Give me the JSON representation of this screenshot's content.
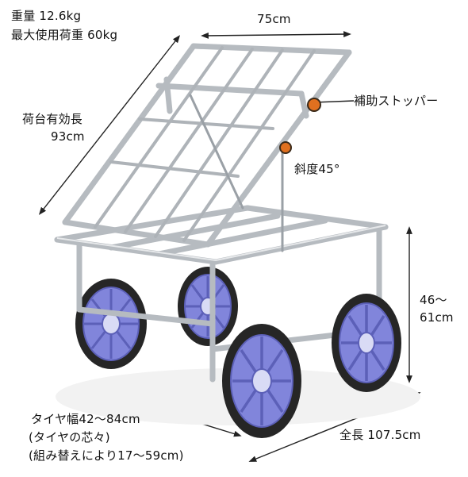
{
  "labels": {
    "weight": "重量 12.6kg",
    "max_load": "最大使用荷重 60kg",
    "width": "75cm",
    "assist_stopper": "補助ストッパー",
    "bed_length_title": "荷台有効長",
    "bed_length_value": "93cm",
    "tilt": "斜度45°",
    "height_range": "46～",
    "height_max": "61cm",
    "tire_width": "タイヤ幅42～84cm",
    "tire_center": "(タイヤの芯々)",
    "tire_reassemble": "(組み替えにより17～59cm)",
    "total_length": "全長 107.5cm"
  },
  "colors": {
    "frame": "#c9cdd1",
    "frame_dark": "#8f959b",
    "wheel_hub": "#7f83d9",
    "wheel_hub_dark": "#5c60b8",
    "tire": "#262626",
    "knob": "#e0701f",
    "dimension_line": "#222222"
  }
}
